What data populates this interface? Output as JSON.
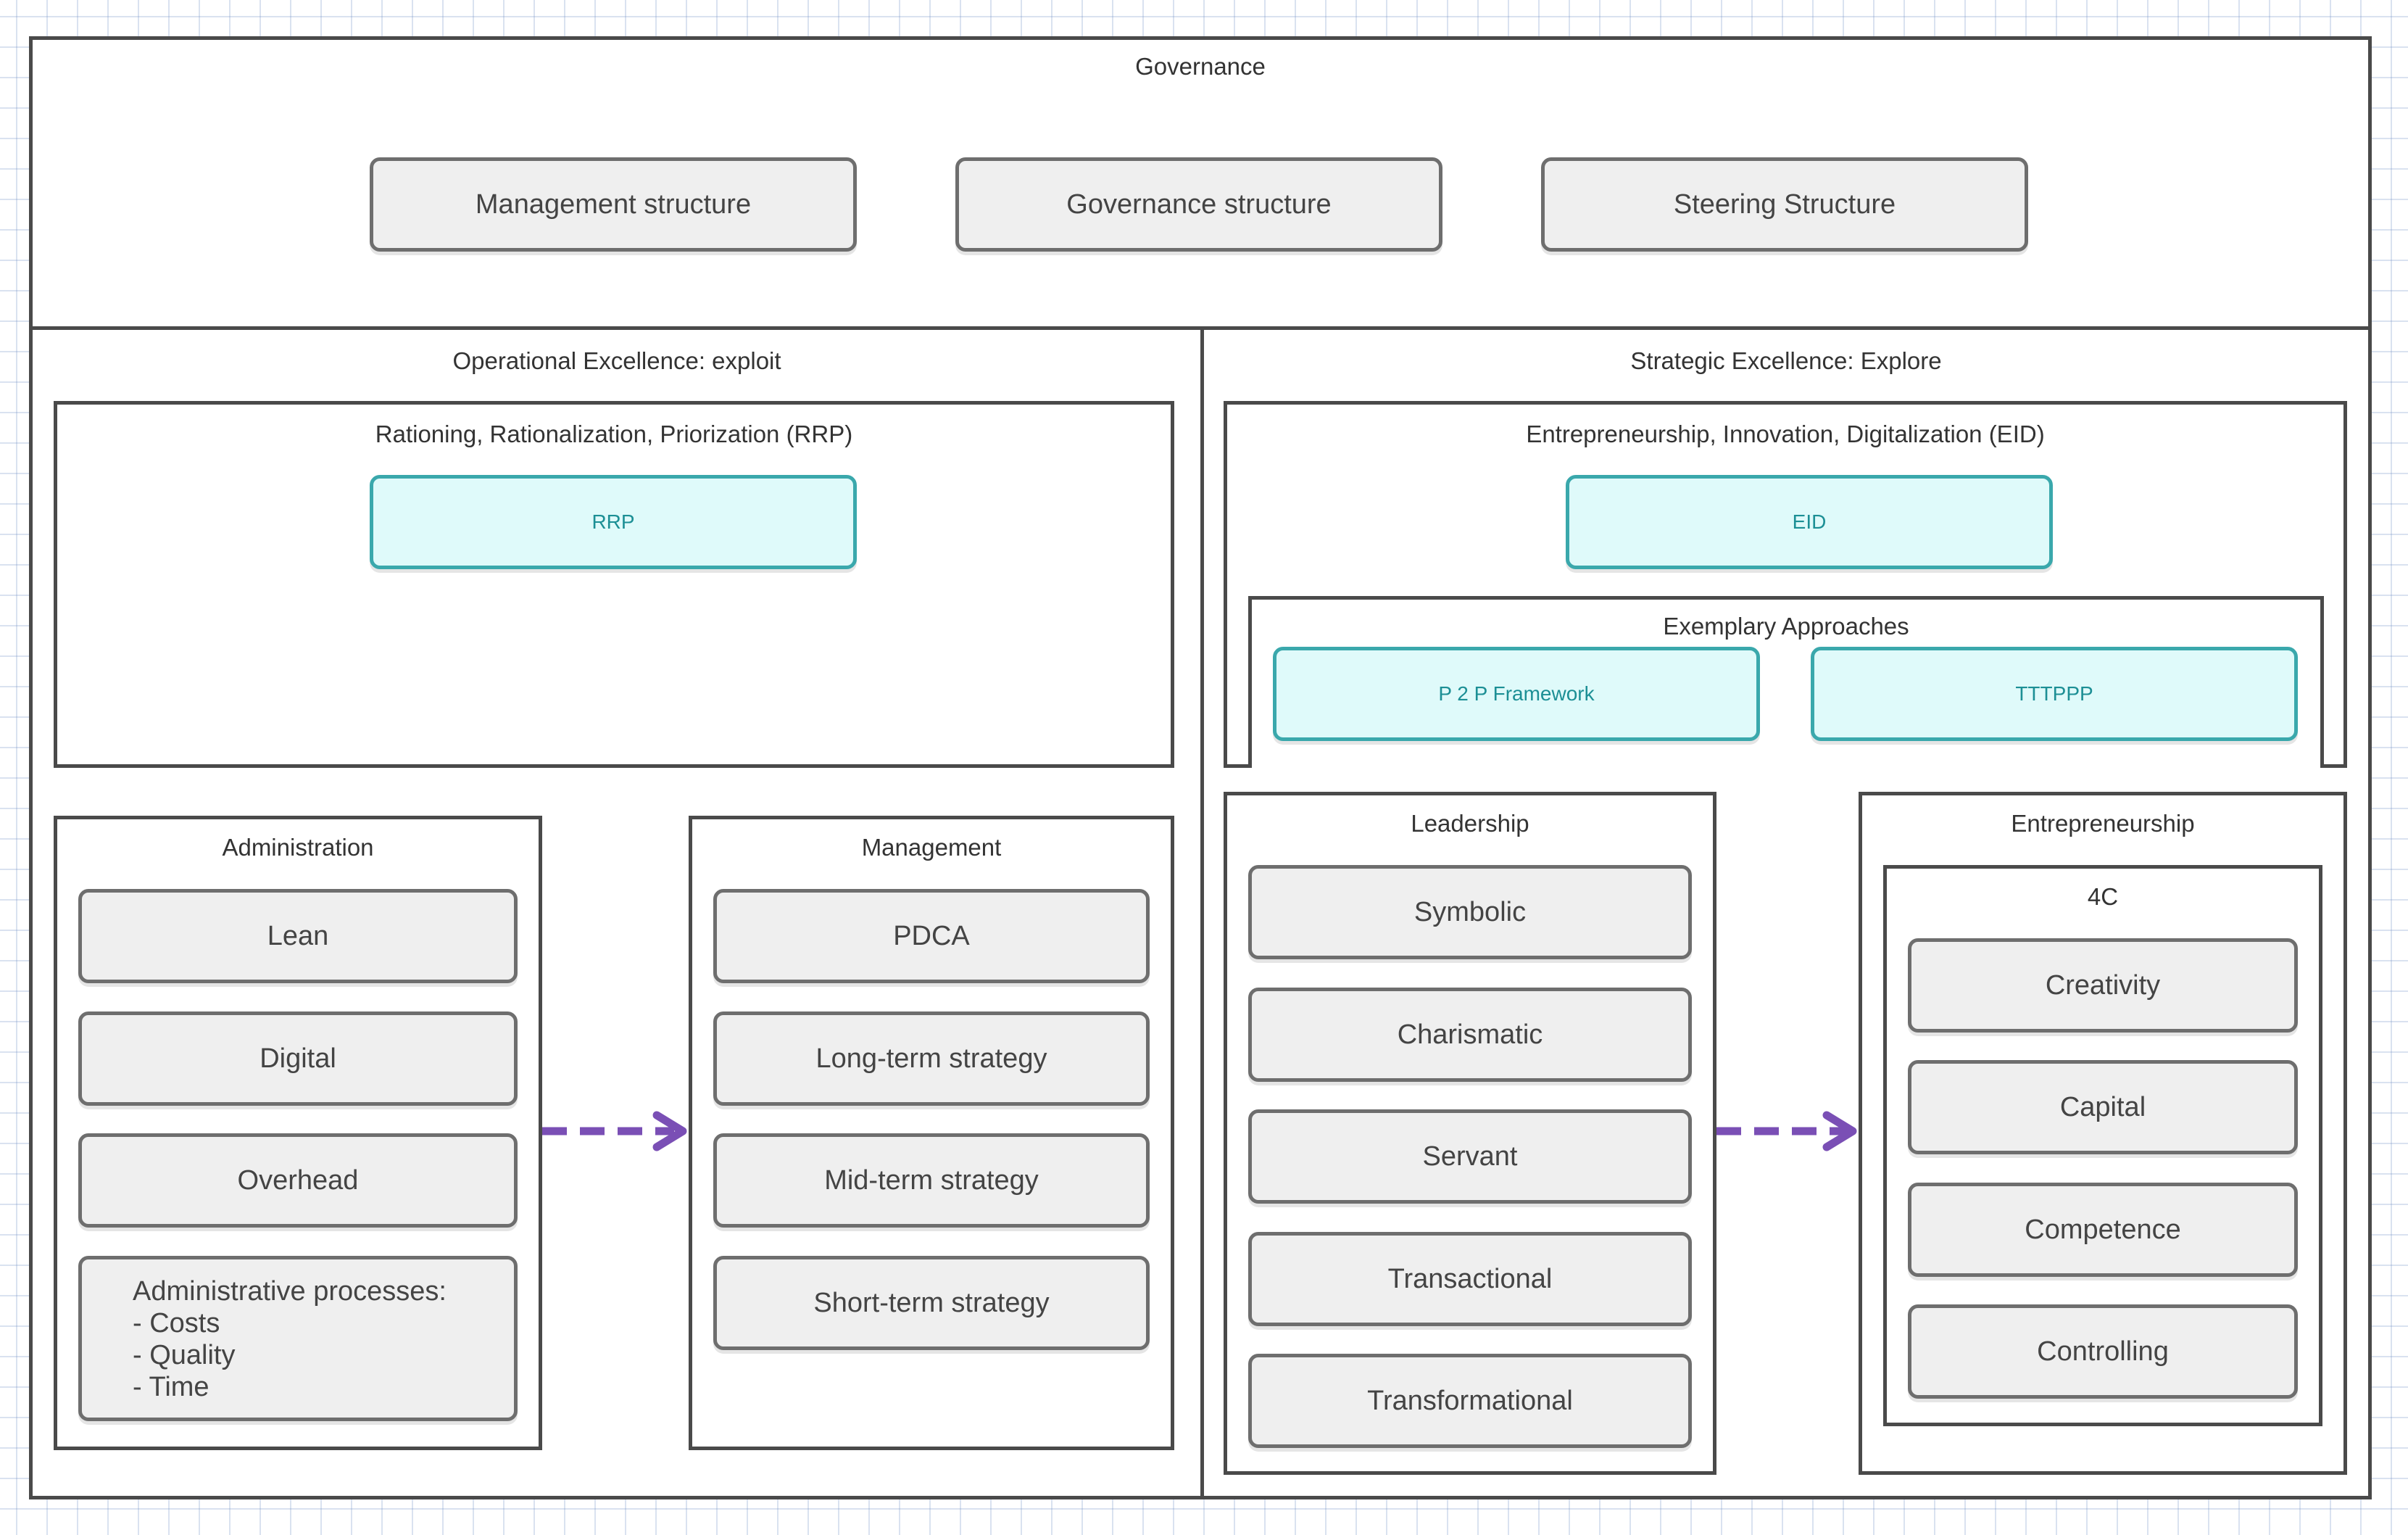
{
  "colors": {
    "frame": "#4a4a4a",
    "box_fill": "#efefef",
    "teal_fill": "#dffafa",
    "teal_border": "#3aa8ac",
    "arrow": "#7a4fb5"
  },
  "governance": {
    "title": "Governance",
    "items": [
      "Management structure",
      "Governance structure",
      "Steering Structure"
    ]
  },
  "operational": {
    "title": "Operational Excellence: exploit",
    "rrp": {
      "title": "Rationing, Rationalization, Priorization (RRP)",
      "label": "RRP"
    },
    "administration": {
      "title": "Administration",
      "items": [
        "Lean",
        "Digital",
        "Overhead"
      ],
      "processes": [
        "Administrative processes:",
        "- Costs",
        "- Quality",
        "- Time"
      ]
    },
    "management": {
      "title": "Management",
      "items": [
        "PDCA",
        "Long-term strategy",
        "Mid-term strategy",
        "Short-term strategy"
      ]
    }
  },
  "strategic": {
    "title": "Strategic Excellence: Explore",
    "eid": {
      "title": "Entrepreneurship, Innovation, Digitalization (EID)",
      "label": "EID"
    },
    "approaches": {
      "title": "Exemplary Approaches",
      "items": [
        "P 2 P Framework",
        "TTTPPP"
      ]
    },
    "leadership": {
      "title": "Leadership",
      "items": [
        "Symbolic",
        "Charismatic",
        "Servant",
        "Transactional",
        "Transformational"
      ]
    },
    "entrepreneurship": {
      "title": "Entrepreneurship",
      "four_c": {
        "title": "4C",
        "items": [
          "Creativity",
          "Capital",
          "Competence",
          "Controlling"
        ]
      }
    }
  }
}
